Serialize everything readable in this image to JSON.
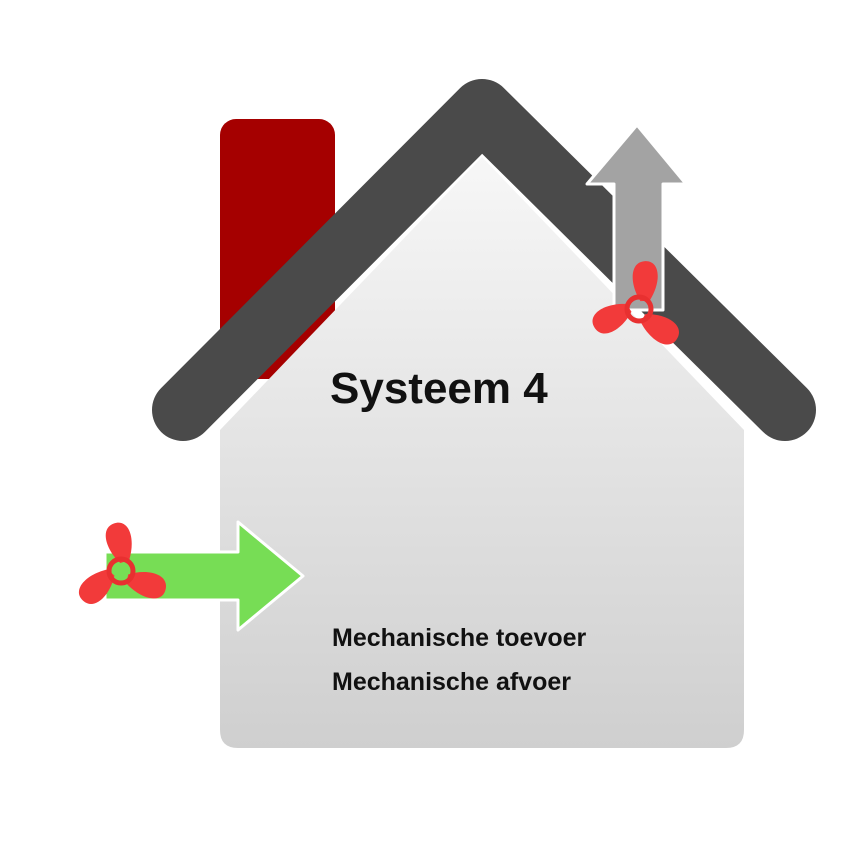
{
  "diagram": {
    "title": "Systeem 4",
    "lines": [
      "Mechanische toevoer",
      "Mechanische afvoer"
    ]
  },
  "icons": {
    "intake_fan": "fan-icon",
    "exhaust_fan": "fan-icon",
    "supply_arrow": "arrow-right-icon",
    "exhaust_arrow": "arrow-up-icon"
  },
  "colors": {
    "chimney": "#a50000",
    "roof": "#4a4a4a",
    "wall_top": "#f7f7f7",
    "wall_bottom": "#cfcfcf",
    "supply_arrow": "#77dd55",
    "exhaust_arrow": "#a3a3a3",
    "fan": "#f23a3a",
    "fan_center": "#e83030"
  }
}
